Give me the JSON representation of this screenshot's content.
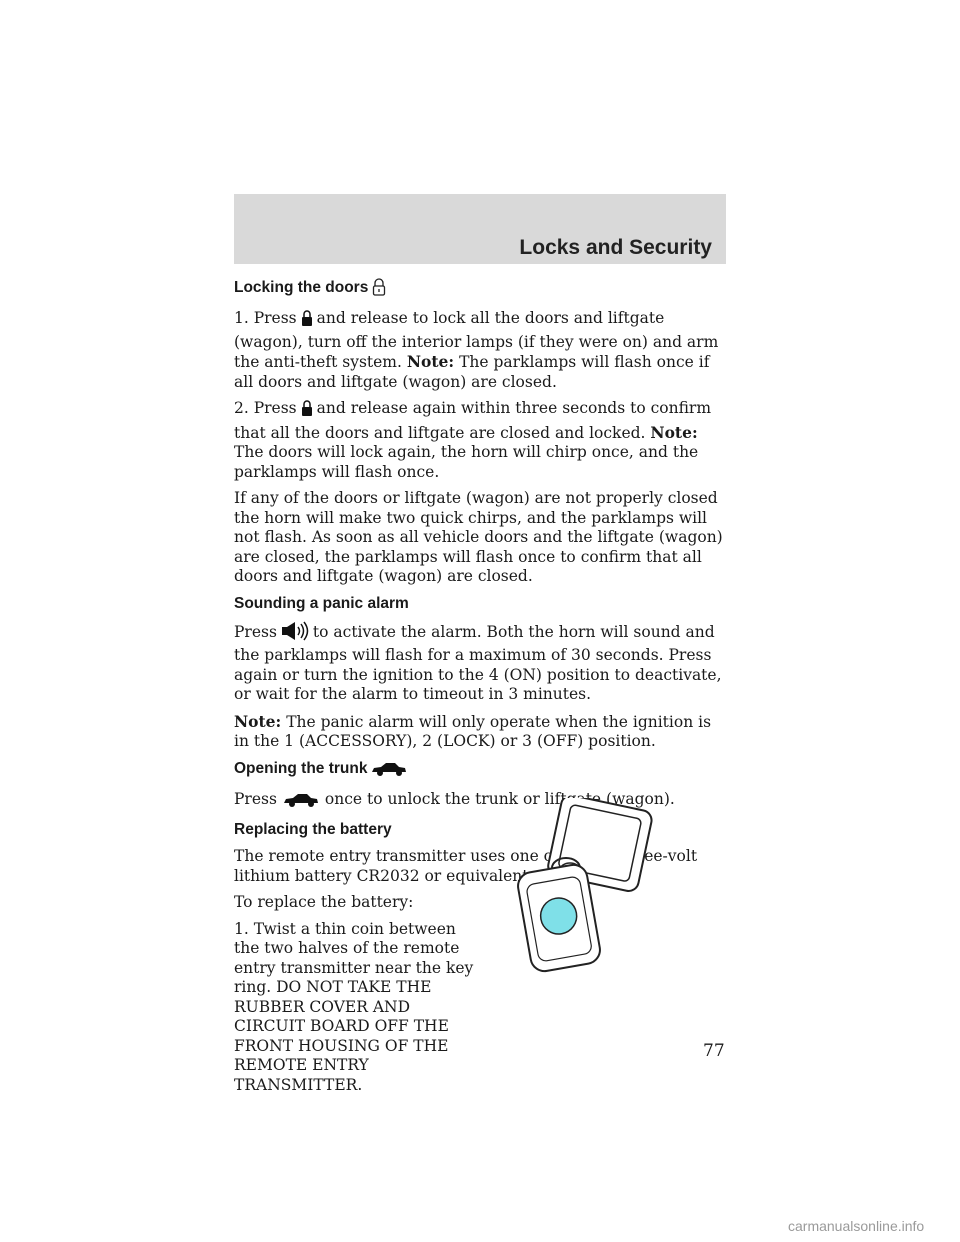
{
  "header": {
    "title": "Locks and Security"
  },
  "locking": {
    "heading": "Locking the doors",
    "step1_pre": "1. Press",
    "step1_post": "and release to lock all the doors and liftgate (wagon), turn off the interior lamps (if they were on) and arm the anti-theft system.",
    "note1_label": "Note:",
    "note1_text": "The parklamps will flash once if all doors and liftgate (wagon) are closed.",
    "step2_pre": "2. Press",
    "step2_post": "and release again within three seconds to confirm that all the doors and liftgate are closed and locked.",
    "note2_label": "Note:",
    "note2_text": "The doors will lock again, the horn will chirp once, and the parklamps will flash once.",
    "para": "If any of the doors or liftgate (wagon) are not properly closed the horn will make two quick chirps, and the parklamps will not flash. As soon as all vehicle doors and the liftgate (wagon) are closed, the parklamps will flash once to confirm that all doors and liftgate (wagon) are closed."
  },
  "panic": {
    "heading": "Sounding a panic alarm",
    "pre": "Press",
    "post": "to activate the alarm. Both the horn will sound and the parklamps will flash for a maximum of 30 seconds. Press again or turn the ignition to the 4 (ON) position to deactivate, or wait for the alarm to timeout in 3 minutes.",
    "note_label": "Note:",
    "note_text": "The panic alarm will only operate when the ignition is in the 1 (ACCESSORY), 2 (LOCK) or 3 (OFF) position."
  },
  "trunk": {
    "heading": "Opening the trunk",
    "pre": "Press",
    "post": "once to unlock the trunk or liftgate (wagon)."
  },
  "battery": {
    "heading": "Replacing the battery",
    "para": "The remote entry transmitter uses one coin type three-volt lithium battery CR2032 or equivalent.",
    "intro": "To replace the battery:",
    "step1": "1. Twist a thin coin between the two halves of the remote entry transmitter near the key ring. DO NOT TAKE THE RUBBER COVER AND CIRCUIT BOARD OFF THE FRONT HOUSING OF THE REMOTE ENTRY TRANSMITTER."
  },
  "page_number": "77",
  "footer": "carmanualsonline.info",
  "colors": {
    "header_bg": "#d9d9d9",
    "fob_button": "#7fe0e8"
  }
}
